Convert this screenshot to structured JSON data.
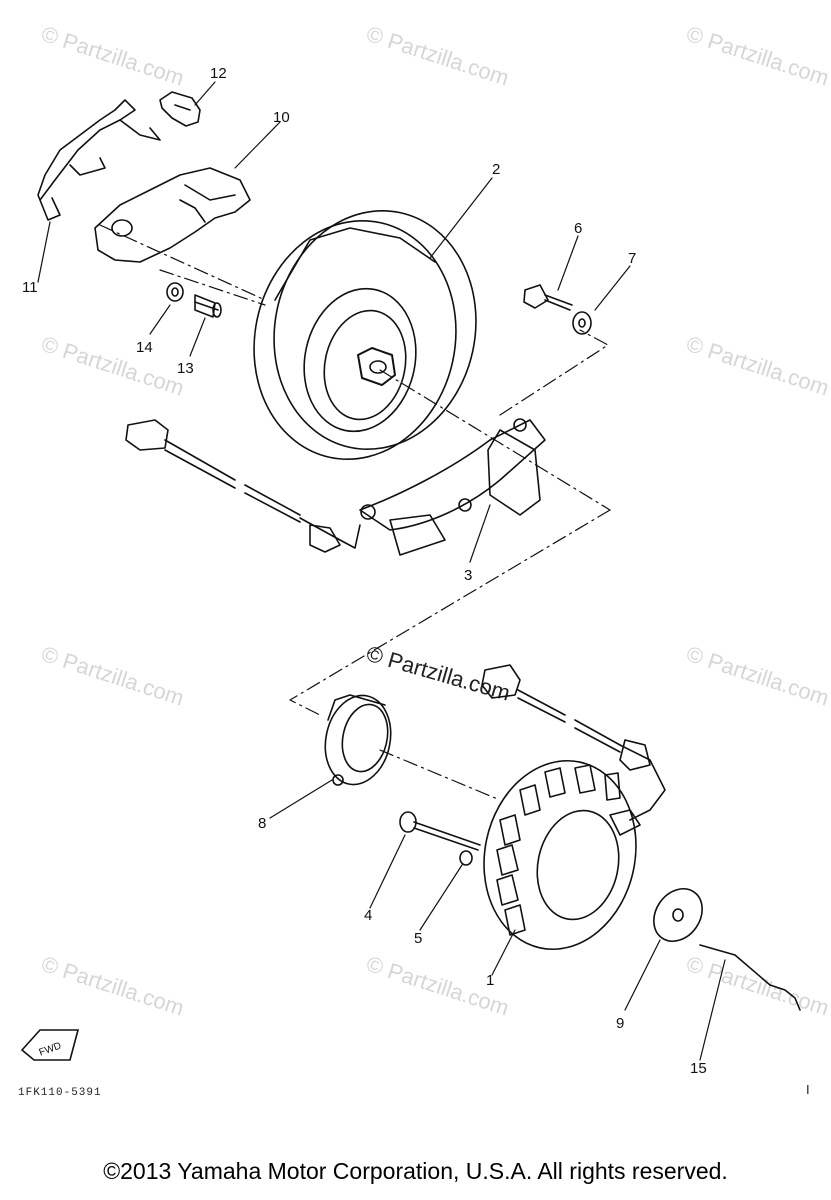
{
  "diagram": {
    "callouts": [
      "1",
      "2",
      "3",
      "4",
      "5",
      "6",
      "7",
      "8",
      "9",
      "10",
      "11",
      "12",
      "13",
      "14",
      "15"
    ],
    "watermark_text": "© Partzilla.com",
    "forward_label": "FWD",
    "diagram_code": "1FK110-5391",
    "page_mark": "I",
    "copyright": "©2013 Yamaha Motor Corporation, U.S.A. All rights reserved."
  }
}
